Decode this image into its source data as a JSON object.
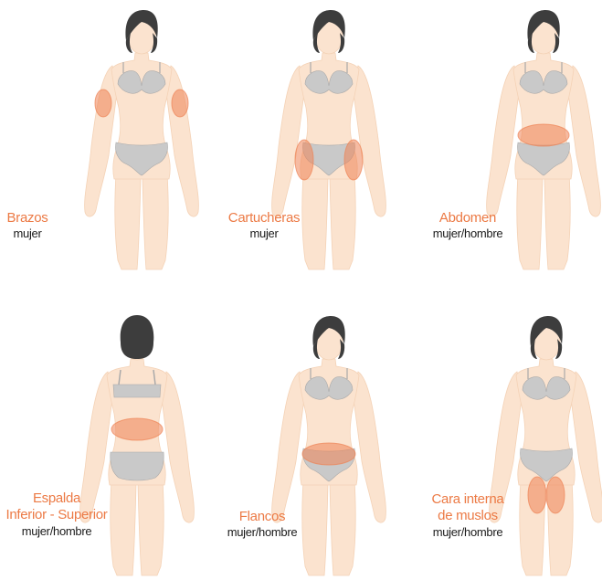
{
  "colors": {
    "skin": "#fbe3cf",
    "skin_outline": "#f4d2b6",
    "hair": "#3d3d3d",
    "underwear": "#c9c9c9",
    "underwear_line": "#a9a9a9",
    "zone": "#ee8355",
    "label_name": "#ec7a45",
    "label_who": "#1a1a1a"
  },
  "zones": [
    {
      "name_lines": [
        "Brazos"
      ],
      "audience": "mujer",
      "view": "front",
      "target": "arms"
    },
    {
      "name_lines": [
        "Cartucheras"
      ],
      "audience": "mujer",
      "view": "front",
      "target": "saddlebags"
    },
    {
      "name_lines": [
        "Abdomen"
      ],
      "audience": "mujer/hombre",
      "view": "front",
      "target": "abdomen"
    },
    {
      "name_lines": [
        "Espalda",
        "Inferior - Superior"
      ],
      "audience": "mujer/hombre",
      "view": "back",
      "target": "lower-back"
    },
    {
      "name_lines": [
        "Flancos"
      ],
      "audience": "mujer/hombre",
      "view": "front",
      "target": "flanks"
    },
    {
      "name_lines": [
        "Cara interna",
        "de muslos"
      ],
      "audience": "mujer/hombre",
      "view": "front",
      "target": "inner-thighs"
    }
  ]
}
